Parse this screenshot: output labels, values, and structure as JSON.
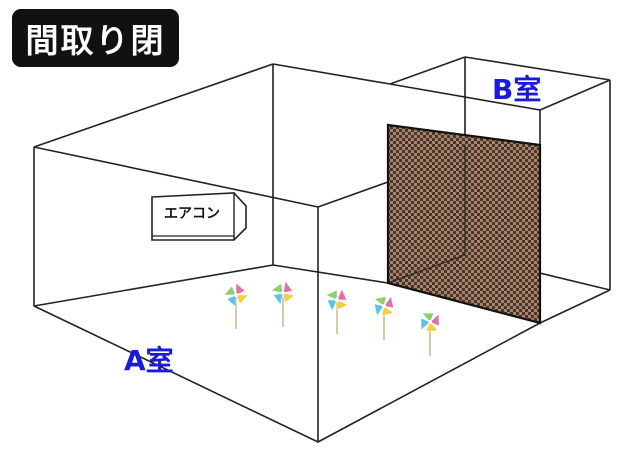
{
  "title": "間取り閉",
  "rooms": {
    "a_label": "A室",
    "b_label": "B室"
  },
  "aircon_label": "エアコン",
  "pinwheel_count": 5,
  "colors": {
    "title_bg": "#111111",
    "title_text": "#ffffff",
    "room_label": "#1a1adb",
    "line": "#222222",
    "partition": "#a5846c",
    "partition_check": "#4a3528"
  },
  "icons": [
    "pinwheel-icon",
    "air-conditioner-icon",
    "checkered-partition"
  ]
}
